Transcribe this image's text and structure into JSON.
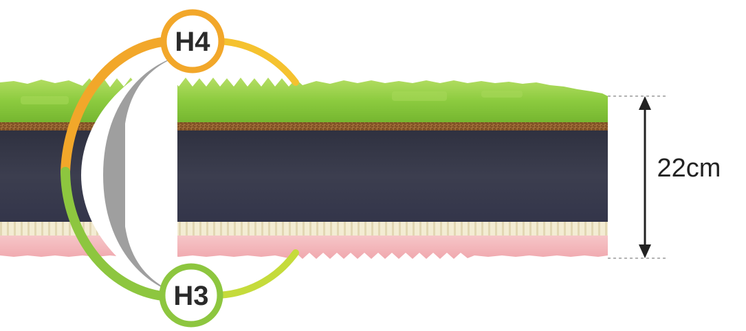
{
  "badges": {
    "top": {
      "text": "H4",
      "color": "#F2A72A"
    },
    "bottom": {
      "text": "H3",
      "color": "#8DC63F"
    }
  },
  "dimension": {
    "text": "22cm"
  },
  "layers": [
    {
      "name": "green-profiled-foam",
      "color": "#8CCB3F"
    },
    {
      "name": "coconut-fiber",
      "color": "#8A5A2B"
    },
    {
      "name": "dark-core-foam",
      "color": "#3A3C4C"
    },
    {
      "name": "latex-layer",
      "color": "#F1E9CE"
    },
    {
      "name": "pink-profiled-foam",
      "color": "#F3B9BD"
    }
  ],
  "colors": {
    "orange": "#F2A72A",
    "green": "#8DC63F",
    "lime": "#C8DD3C",
    "arrow": "#222222",
    "dashed": "#999999"
  }
}
